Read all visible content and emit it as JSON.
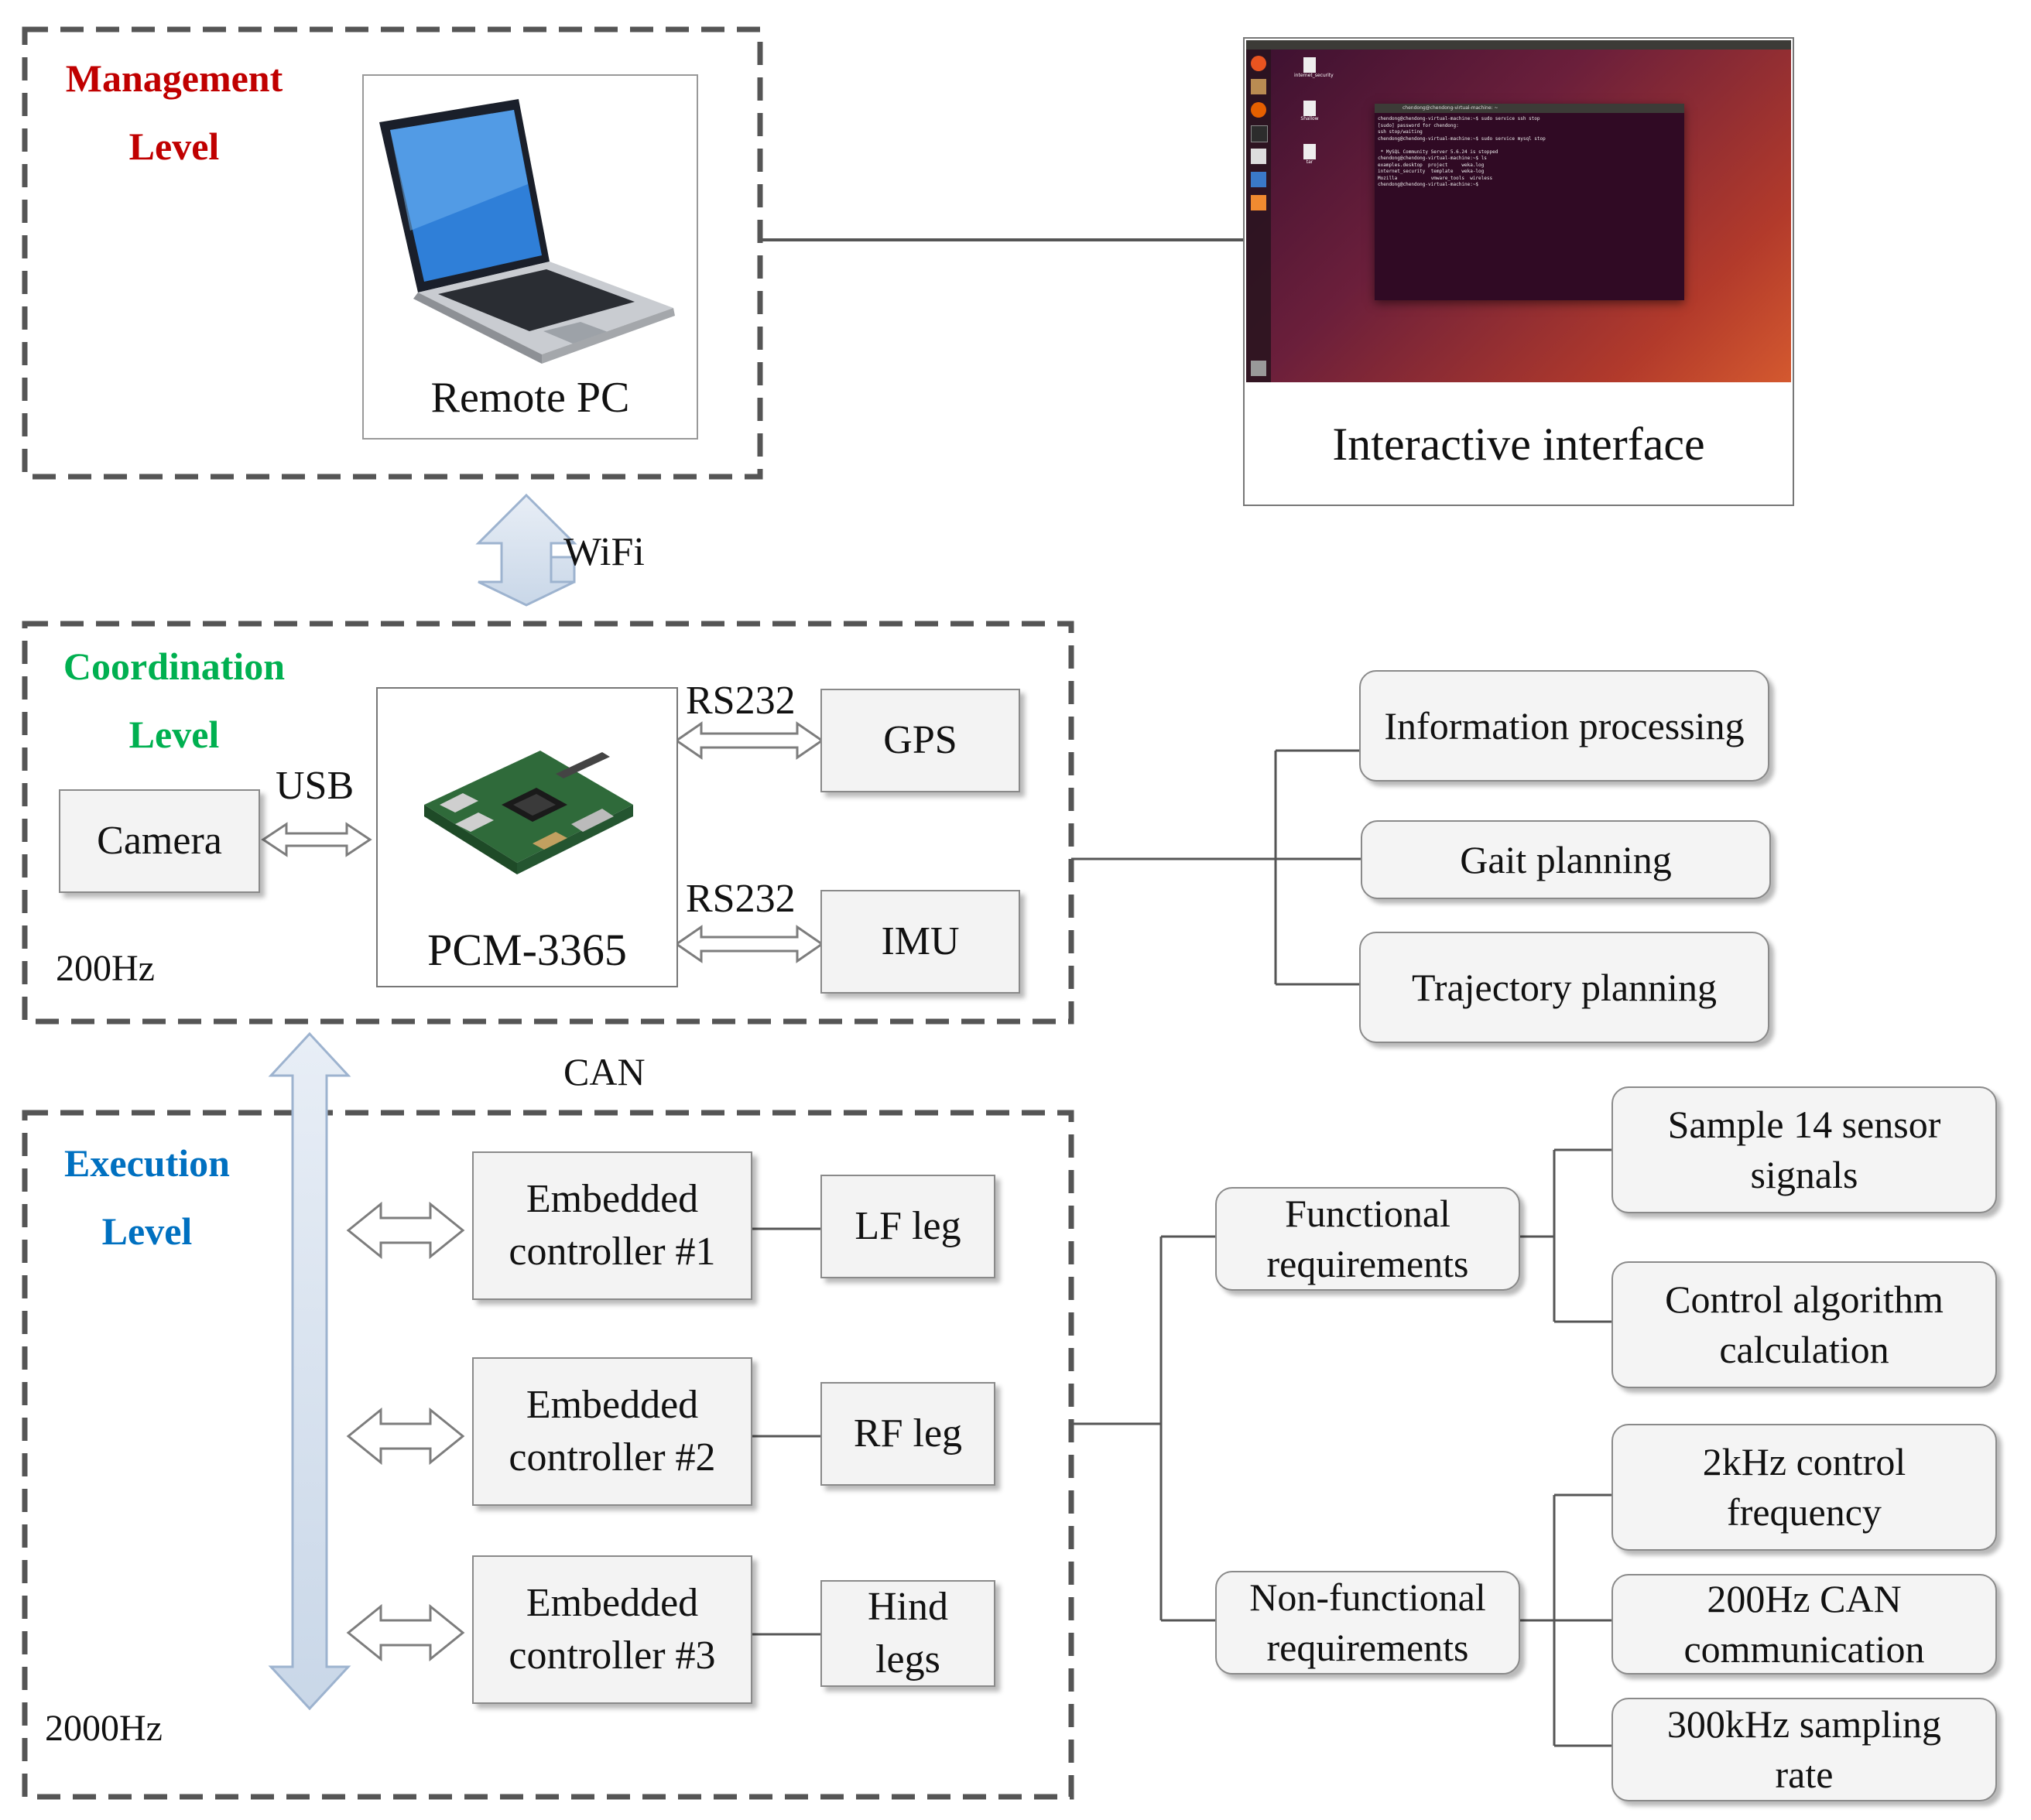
{
  "management": {
    "title_line1": "Management",
    "title_line2": "Level",
    "color": "#c00000",
    "remote_pc_label": "Remote PC",
    "interface_label": "Interactive interface"
  },
  "coordination": {
    "title_line1": "Coordination",
    "title_line2": "Level",
    "color": "#00b050",
    "frequency": "200Hz",
    "board_label": "PCM-3365",
    "camera_label": "Camera",
    "gps_label": "GPS",
    "imu_label": "IMU",
    "usb_label": "USB",
    "rs232_gps_label": "RS232",
    "rs232_imu_label": "RS232"
  },
  "wifi_label": "WiFi",
  "can_label": "CAN",
  "execution": {
    "title_line1": "Execution",
    "title_line2": "Level",
    "color": "#0070c0",
    "frequency": "2000Hz",
    "controllers": [
      {
        "label": "Embedded controller #1",
        "leg": "LF leg"
      },
      {
        "label": "Embedded controller #2",
        "leg": "RF leg"
      },
      {
        "label": "Embedded controller #3",
        "leg": "Hind legs"
      }
    ]
  },
  "coordination_tasks": [
    "Information processing",
    "Gait planning",
    "Trajectory planning"
  ],
  "requirements": {
    "functional_label": "Functional requirements",
    "functional_items": [
      "Sample 14 sensor signals",
      "Control algorithm calculation"
    ],
    "nonfunctional_label": "Non-functional requirements",
    "nonfunctional_items": [
      "2kHz control frequency",
      "200Hz CAN communication",
      "300kHz sampling rate"
    ]
  },
  "terminal": {
    "title": "chendong@chendong-virtual-machine: ~",
    "lines": [
      "chendong@chendong-virtual-machine:~$ sudo service ssh stop",
      "[sudo] password for chendong:",
      "ssh stop/waiting",
      "chendong@chendong-virtual-machine:~$ sudo service mysql stop",
      "",
      " * MySQL Community Server 5.6.24 is stopped",
      "chendong@chendong-virtual-machine:~$ ls",
      "examples.desktop  project     weka.log",
      "internet_security  template   weka-log",
      "Mozilla            vmware_tools  wireless",
      "chendong@chendong-virtual-machine:~$"
    ],
    "desktop_icons": [
      "internet_security",
      "Shallow",
      "tar"
    ]
  },
  "colors": {
    "arrow_fill": "#dbe5f1",
    "arrow_stroke": "#9db3cf",
    "box_fill": "#f3f3f3",
    "connector": "#555555"
  }
}
